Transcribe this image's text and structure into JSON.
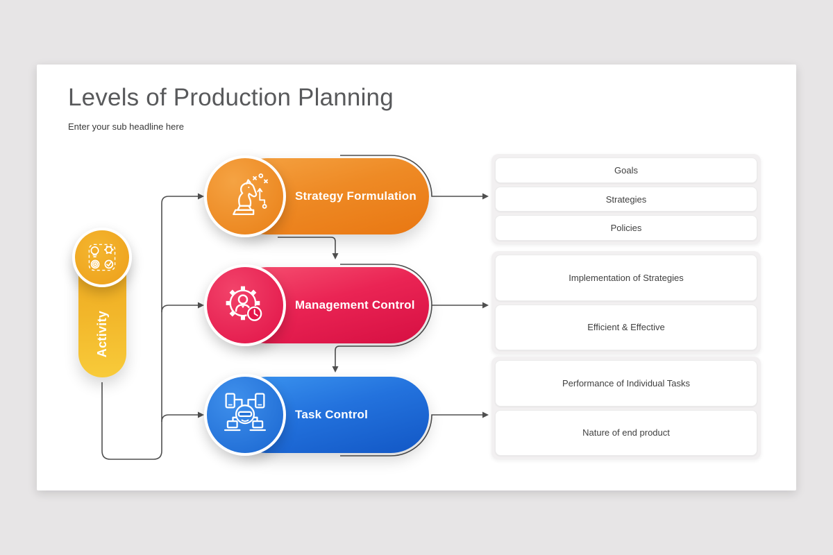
{
  "background_color": "#e7e5e6",
  "slide": {
    "title": "Levels of Production Planning",
    "subtitle": "Enter your sub headline here",
    "background": "#ffffff"
  },
  "activity": {
    "label": "Activity",
    "icon": "activity-icon",
    "color_from": "#eca41d",
    "color_to": "#f8cb3a"
  },
  "levels": [
    {
      "label": "Strategy Formulation",
      "icon": "chess-knight-strategy-icon",
      "color_from": "#f5a343",
      "color_to": "#e97712",
      "outputs": [
        "Goals",
        "Strategies",
        "Policies"
      ]
    },
    {
      "label": "Management Control",
      "icon": "gear-person-clock-icon",
      "color_from": "#f65272",
      "color_to": "#d60f42",
      "outputs": [
        "Implementation of Strategies",
        "Efficient & Effective"
      ]
    },
    {
      "label": "Task Control",
      "icon": "devices-network-icon",
      "color_from": "#3c95f0",
      "color_to": "#1257c5",
      "outputs": [
        "Performance of Individual Tasks",
        "Nature of end product"
      ]
    }
  ],
  "connectors": {
    "color": "#4f4f4f"
  }
}
